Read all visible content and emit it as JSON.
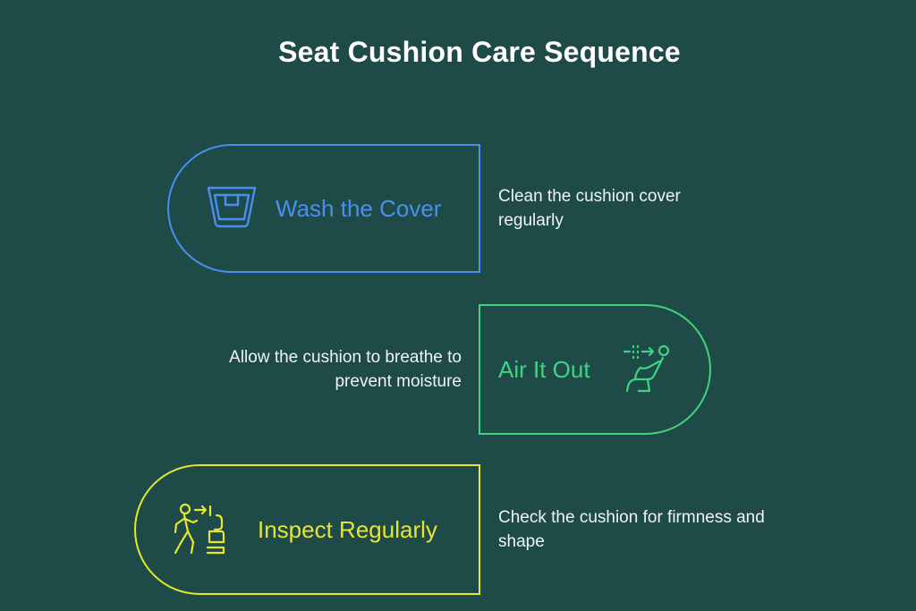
{
  "title": "Seat Cushion Care Sequence",
  "colors": {
    "background": "#1e4a48",
    "step1": "#4a8ff0",
    "step2": "#3fd482",
    "step3": "#e6e62e"
  },
  "steps": [
    {
      "label": "Wash the Cover",
      "description": "Clean the cushion cover regularly",
      "icon": "washing-basin-icon"
    },
    {
      "label": "Air It Out",
      "description": "Allow the cushion to breathe to prevent moisture",
      "icon": "seat-ventilation-icon"
    },
    {
      "label": "Inspect Regularly",
      "description": "Check the cushion for firmness and shape",
      "icon": "person-inspecting-seat-icon"
    }
  ]
}
